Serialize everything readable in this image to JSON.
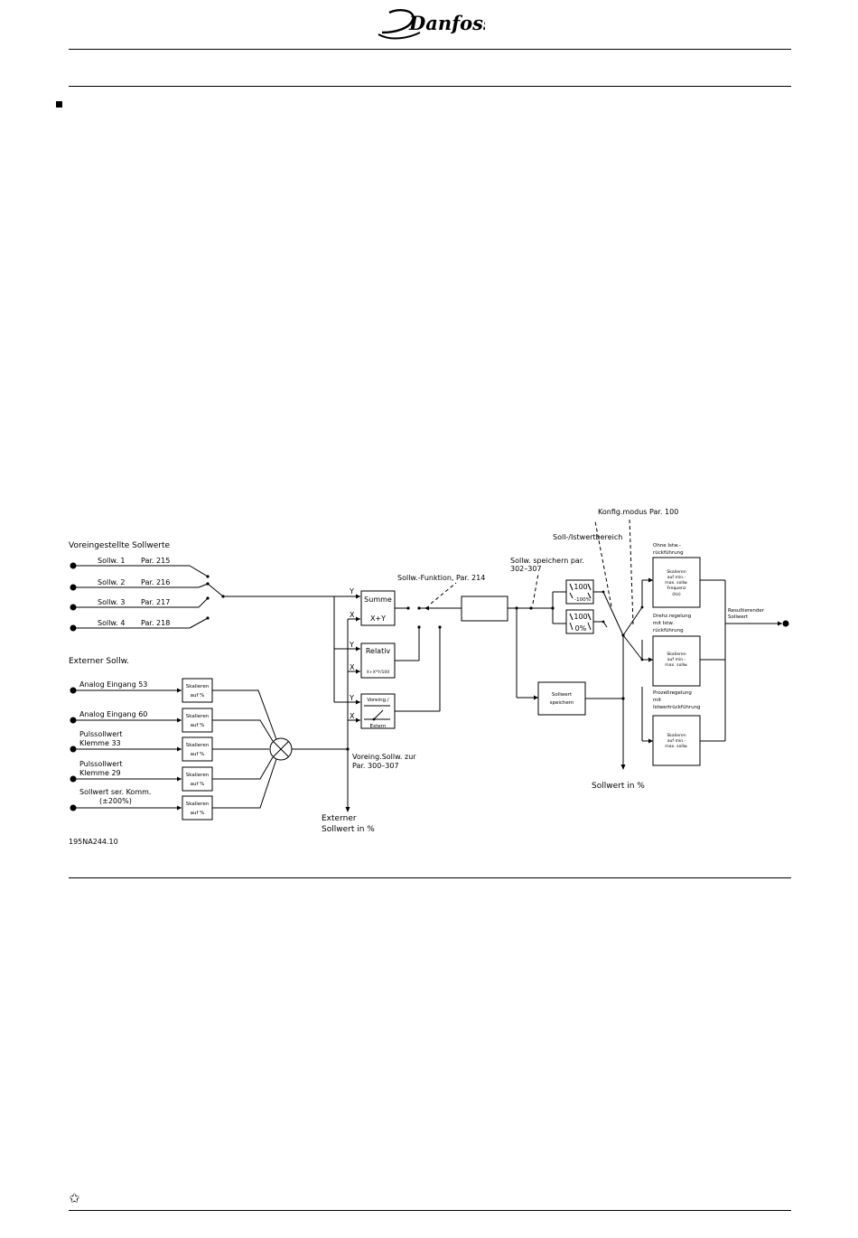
{
  "header": {
    "logo_text": "Danfoss"
  },
  "diagram": {
    "preset_title": "Voreingestellte Sollwerte",
    "preset_items": [
      {
        "label": "Sollw. 1",
        "par": "Par. 215"
      },
      {
        "label": "Sollw. 2",
        "par": "Par. 216"
      },
      {
        "label": "Sollw. 3",
        "par": "Par. 217"
      },
      {
        "label": "Sollw. 4",
        "par": "Par. 218"
      }
    ],
    "external_title": "Externer Sollw.",
    "external_inputs": [
      {
        "line1": "Analog Eingang 53",
        "line2": ""
      },
      {
        "line1": "Analog Eingang 60",
        "line2": ""
      },
      {
        "line1": "Pulssollwert",
        "line2": "Klemme 33"
      },
      {
        "line1": "Pulssollwert",
        "line2": "Klemme 29"
      },
      {
        "line1": "Sollwert ser. Komm.",
        "line2": "(±200%)"
      }
    ],
    "scale_box": {
      "line1": "Skalieren",
      "line2": "auf %"
    },
    "summe": {
      "title": "Summe",
      "formula": "X+Y"
    },
    "relativ": {
      "title": "Relativ",
      "formula": "X+X*Y/100"
    },
    "voreing": {
      "line1": "Voreing./",
      "line2": "Extern"
    },
    "xy": {
      "x": "X",
      "y": "Y"
    },
    "voreing_sollw": {
      "line1": "Voreing.Sollw. zur",
      "line2": "Par. 300–307"
    },
    "externer_sollwert": {
      "line1": "Externer",
      "line2": "Sollwert    in %"
    },
    "sollw_funktion": "Sollw.-Funktion, Par. 214",
    "sollw_speichern": {
      "line1": "Sollw. speichern par.",
      "line2": "302–307"
    },
    "soll_ist": "Soll-/Istwertbereich",
    "konfig": "Konfig.modus  Par. 100",
    "range_hi": {
      "a": "100",
      "b": "-100%"
    },
    "range_lo": {
      "a": "100",
      "b": "0%"
    },
    "sollwert_speichern_box": {
      "line1": "Sollwert",
      "line2": "speichern"
    },
    "ohne": {
      "line1": "Ohne Istw.-",
      "line2": "rückführung"
    },
    "drehz": {
      "line1": "Drehz.regelung",
      "line2": "mit Istw.",
      "line3": "rückführung"
    },
    "prozess": {
      "line1": "Prozeßregelung",
      "line2": "mit",
      "line3": "Istwertrückführung"
    },
    "box1": {
      "line1": "Skalieren",
      "line2": "auf min.-",
      "line3": "max. sollw.",
      "line4": "Frequenz",
      "line5": "(Hz)"
    },
    "box2": {
      "line1": "Skalieren",
      "line2": "auf min.-",
      "line3": "max. sollw."
    },
    "box3": {
      "line1": "Skalieren",
      "line2": "auf min.-",
      "line3": "max. sollw."
    },
    "resultierender": {
      "line1": "Resultierender",
      "line2": "Sollwert"
    },
    "sollwert_pct": "Sollwert  in  %",
    "figure_id": "195NA244.10"
  }
}
